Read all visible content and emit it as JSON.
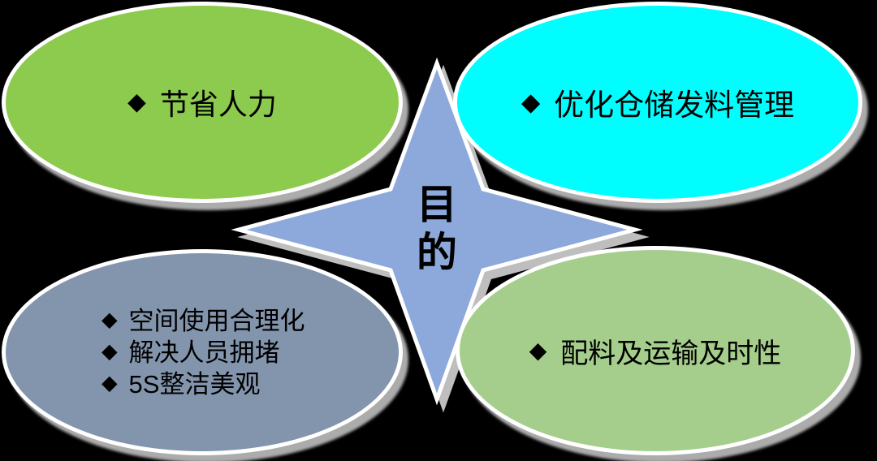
{
  "background": "#000000",
  "center": {
    "label": "目的",
    "chars": [
      "目",
      "的"
    ],
    "color": "#8DA9DB"
  },
  "ellipses": [
    {
      "position": "top-left",
      "color": "#8CCB4E",
      "items": [
        {
          "bullet": "◆",
          "text": "节省人力"
        }
      ]
    },
    {
      "position": "top-right",
      "color": "#00FEFE",
      "items": [
        {
          "bullet": "◆",
          "text": "优化仓储发料管理"
        }
      ]
    },
    {
      "position": "bottom-left",
      "color": "#8395AD",
      "items": [
        {
          "bullet": "◆",
          "text": "空间使用合理化"
        },
        {
          "bullet": "◆",
          "text": "解决人员拥堵"
        },
        {
          "bullet": "◆",
          "text": "5S整洁美观"
        }
      ]
    },
    {
      "position": "bottom-right",
      "color": "#A5CE8C",
      "items": [
        {
          "bullet": "◆",
          "text": "配料及运输及时性"
        }
      ]
    }
  ]
}
